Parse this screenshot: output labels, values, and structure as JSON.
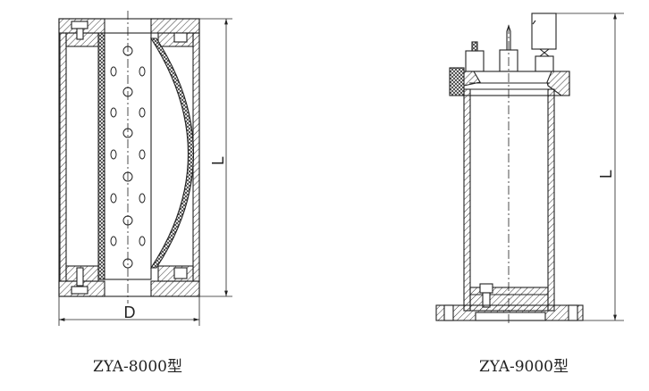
{
  "figures": [
    {
      "caption": "ZYA-8000型",
      "dimensions": {
        "length": "L",
        "diameter": "D"
      }
    },
    {
      "caption": "ZYA-9000型",
      "dimensions": {
        "length": "L"
      }
    }
  ],
  "colors": {
    "line": "#222222",
    "background": "#ffffff"
  }
}
